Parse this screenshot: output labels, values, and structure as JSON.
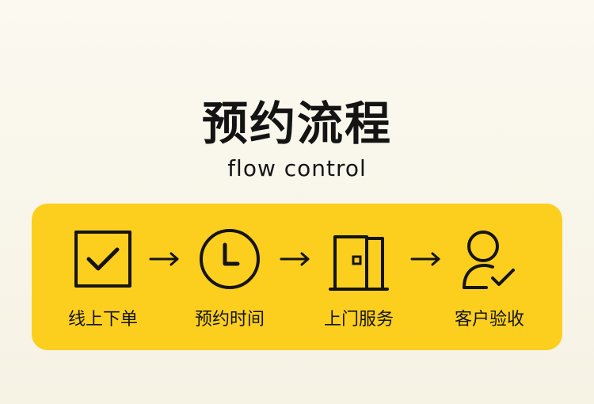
{
  "header": {
    "title": "预约流程",
    "subtitle": "flow control"
  },
  "steps": [
    {
      "icon": "checkbox-icon",
      "label": "线上下单"
    },
    {
      "icon": "clock-icon",
      "label": "预约时间"
    },
    {
      "icon": "door-icon",
      "label": "上门服务"
    },
    {
      "icon": "user-check-icon",
      "label": "客户验收"
    }
  ],
  "colors": {
    "accent": "#fccf1f",
    "text": "#141414",
    "background": "#fbf9f0"
  }
}
